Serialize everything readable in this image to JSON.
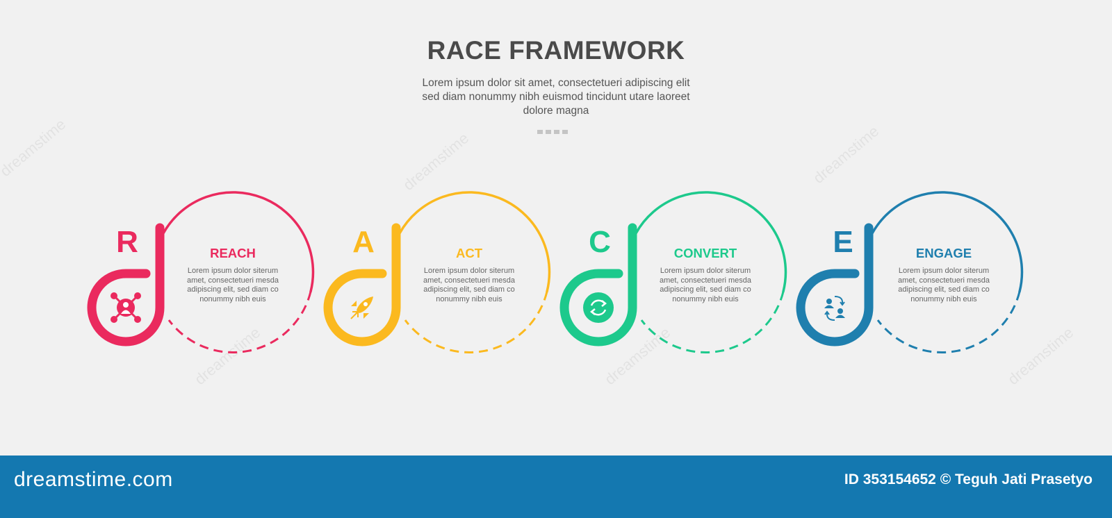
{
  "header": {
    "title": "RACE FRAMEWORK",
    "subtitle": "Lorem ipsum dolor sit amet, consectetueri adipiscing elit sed diam nonummy nibh euismod tincidunt utare laoreet dolore magna"
  },
  "steps": [
    {
      "letter": "R",
      "title": "REACH",
      "color": "#ea2a5e",
      "icon": "people-network-icon",
      "description": "Lorem ipsum dolor siterum amet, consectetueri mesda adipiscing elit, sed diam co nonummy nibh euis"
    },
    {
      "letter": "A",
      "title": "ACT",
      "color": "#fbb91f",
      "icon": "rocket-icon",
      "description": "Lorem ipsum dolor siterum amet, consectetueri mesda adipiscing elit, sed diam co nonummy nibh euis"
    },
    {
      "letter": "C",
      "title": "CONVERT",
      "color": "#1dc98c",
      "icon": "refresh-cycle-icon",
      "description": "Lorem ipsum dolor siterum amet, consectetueri mesda adipiscing elit, sed diam co nonummy nibh euis"
    },
    {
      "letter": "E",
      "title": "ENGAGE",
      "color": "#1f7fae",
      "icon": "user-exchange-icon",
      "description": "Lorem ipsum dolor siterum amet, consectetueri mesda adipiscing elit, sed diam co nonummy nibh euis"
    }
  ],
  "footer": {
    "logo": "dreamstime.com",
    "image_id": "ID 353154652 © Teguh Jati Prasetyo",
    "background_color": "#1478b0"
  }
}
